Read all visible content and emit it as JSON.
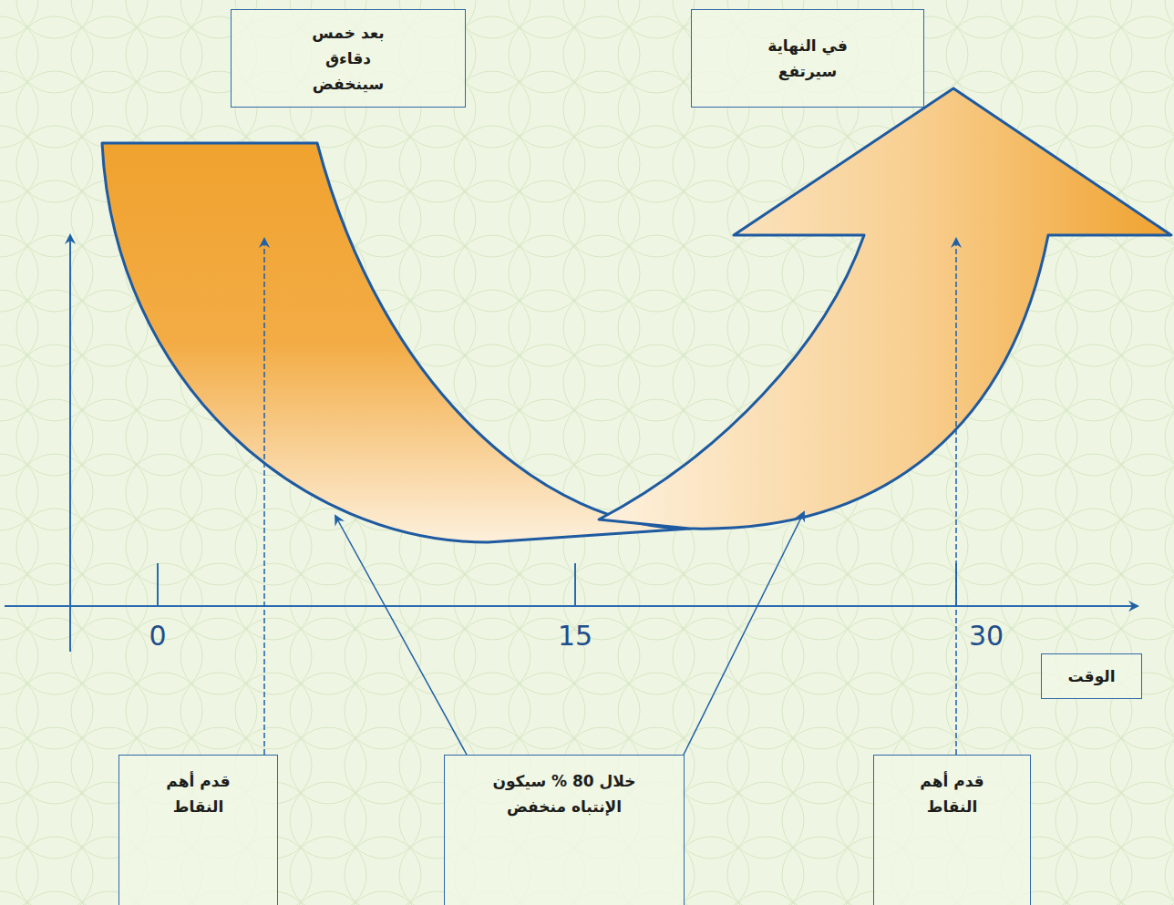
{
  "diagram": {
    "nodes": [
      {
        "text": [
          "بعد خمس دقاءق سينخفض"
        ]
      },
      {
        "text": [
          "في النهاية سيرتفع"
        ]
      },
      {
        "text": [
          "الوقت"
        ]
      },
      {
        "text": [
          "قدم أهم النقاط"
        ]
      },
      {
        "text": [
          "خلال 80 % سيكون الإنتباه منخفض"
        ]
      },
      {
        "text": [
          "قدم أهم النقاط"
        ]
      }
    ],
    "labels": [
      "0",
      "15",
      "30"
    ]
  }
}
